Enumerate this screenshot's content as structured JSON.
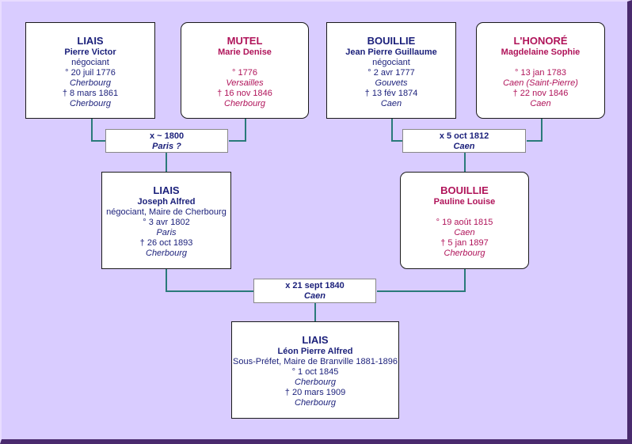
{
  "colors": {
    "background": "#d9ccff",
    "line": "#2a7a7a",
    "male": "#1a1f7a",
    "female": "#b0145a"
  },
  "persons": {
    "p1": {
      "surname": "LIAIS",
      "given": "Pierre Victor",
      "occupation": "négociant",
      "birth": "° 20 juil 1776",
      "birth_place": "Cherbourg",
      "death": "† 8 mars 1861",
      "death_place": "Cherbourg"
    },
    "p2": {
      "surname": "MUTEL",
      "given": "Marie Denise",
      "occupation": "",
      "birth": "° 1776",
      "birth_place": "Versailles",
      "death": "† 16 nov 1846",
      "death_place": "Cherbourg"
    },
    "p3": {
      "surname": "BOUILLIE",
      "given": "Jean Pierre Guillaume",
      "occupation": "négociant",
      "birth": "° 2 avr 1777",
      "birth_place": "Gouvets",
      "death": "† 13 fév 1874",
      "death_place": "Caen"
    },
    "p4": {
      "surname": "L'HONORÉ",
      "given": "Magdelaine Sophie",
      "occupation": "",
      "birth": "° 13 jan 1783",
      "birth_place": "Caen (Saint-Pierre)",
      "death": "† 22 nov 1846",
      "death_place": "Caen"
    },
    "p5": {
      "surname": "LIAIS",
      "given": "Joseph Alfred",
      "occupation": "négociant, Maire de Cherbourg",
      "birth": "° 3 avr 1802",
      "birth_place": "Paris",
      "death": "† 26 oct 1893",
      "death_place": "Cherbourg"
    },
    "p6": {
      "surname": "BOUILLIE",
      "given": "Pauline Louise",
      "occupation": "",
      "birth": "° 19 août 1815",
      "birth_place": "Caen",
      "death": "† 5 jan 1897",
      "death_place": "Cherbourg"
    },
    "p7": {
      "surname": "LIAIS",
      "given": "Léon Pierre Alfred",
      "occupation": "Sous-Préfet, Maire de Branville 1881-1896",
      "birth": "° 1 oct 1845",
      "birth_place": "Cherbourg",
      "death": "† 20 mars 1909",
      "death_place": "Cherbourg"
    }
  },
  "marriages": {
    "m1": {
      "date": "x ~ 1800",
      "place": "Paris ?"
    },
    "m2": {
      "date": "x 5 oct 1812",
      "place": "Caen"
    },
    "m3": {
      "date": "x 21 sept 1840",
      "place": "Caen"
    }
  }
}
